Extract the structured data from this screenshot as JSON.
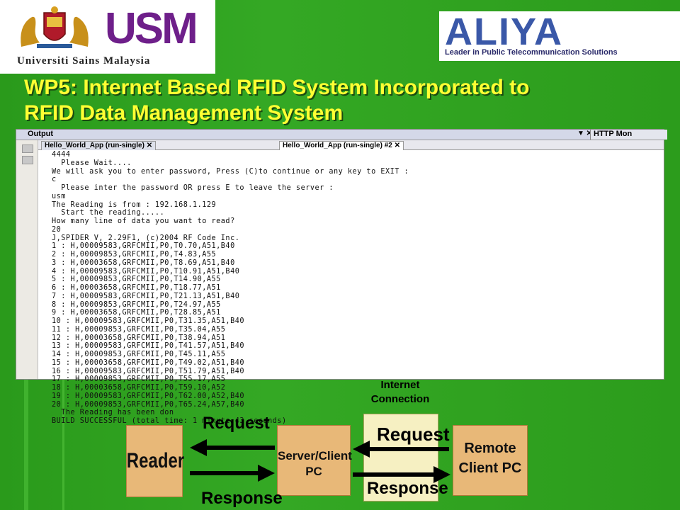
{
  "logos": {
    "usm_mark": "USM",
    "usm_name": "Universiti Sains Malaysia",
    "aliya_mark": "ALIYA",
    "aliya_tagline": "Leader in Public Telecommunication Solutions"
  },
  "slide": {
    "title_line1": "WP5: Internet Based RFID System Incorporated to",
    "title_line2": "RFID Data Management System"
  },
  "ide": {
    "panel_title": "Output",
    "side_panel_title": "HTTP Mon",
    "tabs": [
      {
        "label": "Hello_World_App (run-single)",
        "active": false
      },
      {
        "label": "Hello_World_App (run-single) #2",
        "active": true
      }
    ],
    "console_lines": [
      "4444",
      "  Please Wait....",
      "We will ask you to enter password, Press (C)to continue or any key to EXIT :",
      "c",
      "  Please inter the password OR press E to leave the server :",
      "usm",
      "The Reading is from : 192.168.1.129",
      "  Start the reading.....",
      "How many line of data you want to read?",
      "20",
      "J,SPIDER V, 2.29F1, (c)2004 RF Code Inc.",
      "1 : H,00009583,GRFCMII,P0,T0.70,A51,B40",
      "2 : H,00009853,GRFCMII,P0,T4.83,A55",
      "3 : H,00003658,GRFCMII,P0,T8.69,A51,B40",
      "4 : H,00009583,GRFCMII,P0,T10.91,A51,B40",
      "5 : H,00009853,GRFCMII,P0,T14.90,A55",
      "6 : H,00003658,GRFCMII,P0,T18.77,A51",
      "7 : H,00009583,GRFCMII,P0,T21.13,A51,B40",
      "8 : H,00009853,GRFCMII,P0,T24.97,A55",
      "9 : H,00003658,GRFCMII,P0,T28.85,A51",
      "10 : H,00009583,GRFCMII,P0,T31.35,A51,B40",
      "11 : H,00009853,GRFCMII,P0,T35.04,A55",
      "12 : H,00003658,GRFCMII,P0,T38.94,A51",
      "13 : H,00009583,GRFCMII,P0,T41.57,A51,B40",
      "14 : H,00009853,GRFCMII,P0,T45.11,A55",
      "15 : H,00003658,GRFCMII,P0,T49.02,A51,B40",
      "16 : H,00009583,GRFCMII,P0,T51.79,A51,B40",
      "17 : H,00009853,GRFCMII,P0,T55.17,A55",
      "18 : H,00003658,GRFCMII,P0,T59.10,A52",
      "19 : H,00009583,GRFCMII,P0,T62.00,A52,B40",
      "20 : H,00009853,GRFCMII,P0,T65.24,A57,B40",
      "  The Reading has been don",
      "BUILD SUCCESSFUL (total time: 1 minute 43 seconds)"
    ]
  },
  "diagram": {
    "reader": "Reader",
    "server_line1": "Server/Client",
    "server_line2": "PC",
    "remote_line1": "Remote",
    "remote_line2": "Client PC",
    "internet_line1": "Internet",
    "internet_line2": "Connection",
    "request_left": "Request",
    "response_left": "Response",
    "request_right": "Request",
    "response_right": "Response"
  },
  "colors": {
    "background": "#2d9a1e",
    "title": "#ffff33",
    "box": "#e8b878",
    "internet_box": "#f6f0c2"
  }
}
